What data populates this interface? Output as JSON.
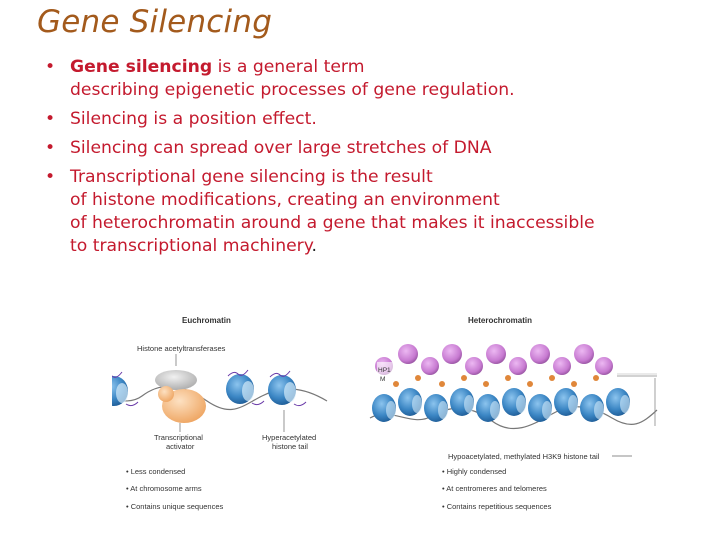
{
  "title": "Gene Silencing",
  "bullets": [
    {
      "bold": "Gene silencing",
      "rest": " is a general term",
      "line2": "describing  epigenetic processes of gene regulation."
    },
    {
      "text": "Silencing is a position effect."
    },
    {
      "text": "Silencing can spread over large stretches of DNA"
    },
    {
      "l1": "Transcriptional gene silencing is the result",
      "l2": "of histone modifications, creating an environment",
      "l3": "of heterochromatin around a gene that makes it inaccessible",
      "l4": "to transcriptional machinery",
      "end": "."
    }
  ],
  "figure": {
    "left": {
      "title": "Euchromatin",
      "label_top": "Histone acetyltransferases",
      "label_activator_1": "Transcriptional",
      "label_activator_2": "activator",
      "label_tail_1": "Hyperacetylated",
      "label_tail_2": "histone tail",
      "notes": [
        "• Less condensed",
        "• At chromosome arms",
        "• Contains unique sequences"
      ]
    },
    "right": {
      "title": "Heterochromatin",
      "label_hp1": "HP1",
      "label_m": "M",
      "label_tail": "Hypoacetylated, methylated H3K9 histone tail",
      "notes": [
        "• Highly condensed",
        "• At centromeres and telomeres",
        "• Contains repetitious sequences"
      ]
    }
  },
  "colors": {
    "title": "#a35a1c",
    "bullet_text": "#c41a2e",
    "nucleosome": "#3b86c4",
    "hp1": "#c77ad1",
    "activator": "#f2b57a",
    "hat": "#c8c8c8"
  }
}
